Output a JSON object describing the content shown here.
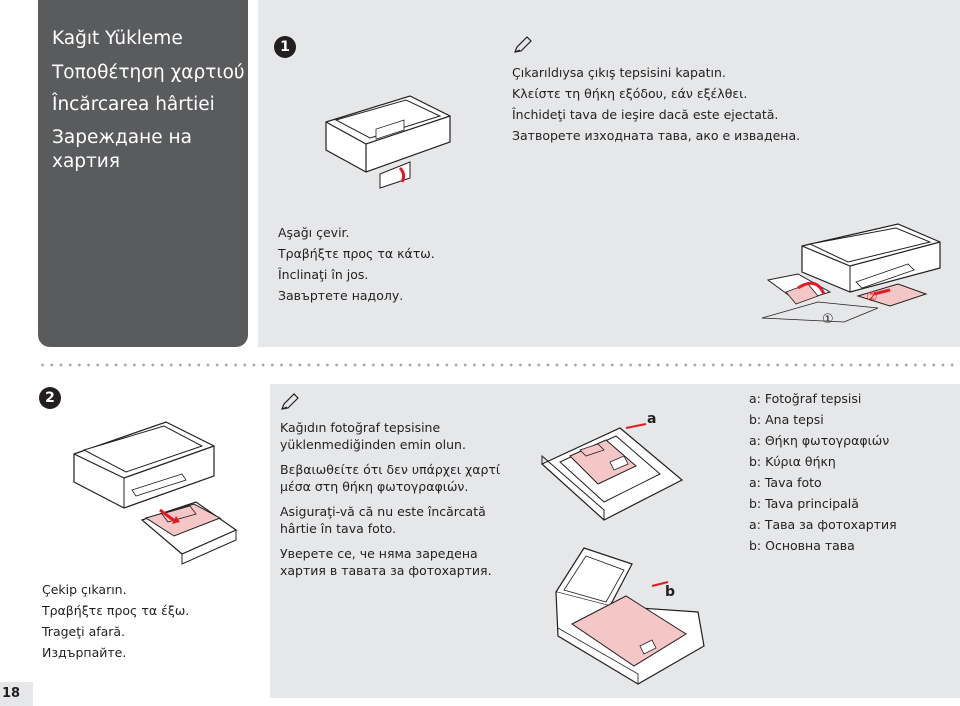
{
  "section_titles": [
    "Kağıt Yükleme",
    "Τοποθέτηση χαρτιού",
    "Încărcarea hârtiei",
    "Зареждане на",
    "хартия"
  ],
  "step1": {
    "number": "1",
    "note_lines": [
      "Çıkarıldıysa çıkış tepsisini kapatın.",
      "Κλείστε τη θήκη εξόδου, εάν εξέλθει.",
      "Închideţi tava de ieşire dacă este ejectată.",
      "Затворете изходната тава, ако е извадена."
    ],
    "instruction_lines": [
      "Aşağı çevir.",
      "Τραβήξτε προς τα κάτω.",
      "Înclinaţi în jos.",
      "Завъртете надолу."
    ],
    "callout_1": "①",
    "callout_2": "②"
  },
  "step2": {
    "number": "2",
    "instruction_lines": [
      "Çekip çıkarın.",
      "Τραβήξτε προς τα έξω.",
      "Trageţi afară.",
      "Издърпайте."
    ],
    "note_lines": [
      "Kağıdın fotoğraf tepsisine",
      "yüklenmediğinden emin olun.",
      "Βεβαιωθείτε ότι δεν υπάρχει χαρτί",
      "μέσα στη θήκη φωτογραφιών.",
      "Asiguraţi-vă că nu este încărcată",
      "hârtie în tava foto.",
      "Уверете се, че няма заредена",
      "хартия в тавата за фотохартия."
    ],
    "label_a": "a",
    "label_b": "b",
    "legend_lines": [
      "a: Fotoğraf tepsisi",
      "b: Ana tepsi",
      "a: Θήκη φωτογραφιών",
      "b: Κύρια θήκη",
      "a: Tava foto",
      "b: Tava principală",
      "a: Тава за фотохартия",
      "b: Основна тава"
    ]
  },
  "page_number": "18",
  "colors": {
    "sidebar": "#5a5b5d",
    "panel": "#e6e7e8",
    "accent_red": "#e11b22",
    "paper_pink": "#f5c6c6"
  }
}
